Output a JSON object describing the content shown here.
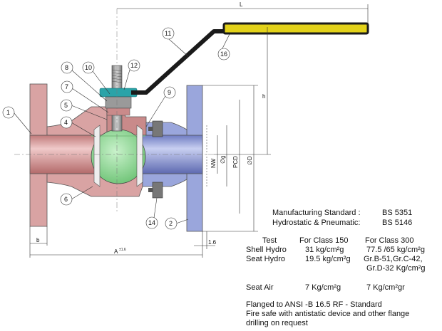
{
  "colors": {
    "body_flange": "#d9a3a3",
    "body_flange_dark": "#c98a8a",
    "end_flange": "#9aa6dc",
    "ball": "#9fe0a3",
    "handle": "#1a1a1a",
    "handle_grip": "#e3d21a",
    "stem_nut": "#2aa3a8",
    "stem": "#aaaaaa"
  },
  "callouts": [
    "1",
    "2",
    "4",
    "5",
    "6",
    "7",
    "8",
    "9",
    "10",
    "11",
    "12",
    "14",
    "16"
  ],
  "dimension_labels": {
    "L": "L",
    "h": "h",
    "NW": "NW",
    "g": "∅g",
    "PCD": "PCD",
    "D": "∅D",
    "b": "b",
    "A": "A",
    "A_tol": "±1.6",
    "gap": "1.6"
  },
  "specs": {
    "mfg_label": "Manufacturing Standard :",
    "mfg_value": "BS 5351",
    "hydro_label": "Hydrostatic & Pneumatic:",
    "hydro_value": "BS 5146"
  },
  "test_table": {
    "headers": [
      "Test",
      "For Class 150",
      "For Class 300"
    ],
    "shell_label": "Shell Hydro",
    "shell_150": "31 kg/cm²g",
    "shell_300": "77.5 /65  kg/cm²g",
    "seat_label": "Seat Hydro",
    "seat_150": "19.5 kg/cm²g",
    "seat_300_line1": "Gr.B-51,Gr.C-42,",
    "seat_300_line2": "Gr.D-32 Kg/cm²g",
    "air_label": "Seat Air",
    "air_150": "7 Kg/cm²g",
    "air_300": "7 Kg/cm²gr"
  },
  "notes": {
    "line1": "Flanged to ANSI -B 16.5 RF - Standard",
    "line2": "Fire safe with antistatic device and other flange",
    "line3": "drilling on request"
  }
}
